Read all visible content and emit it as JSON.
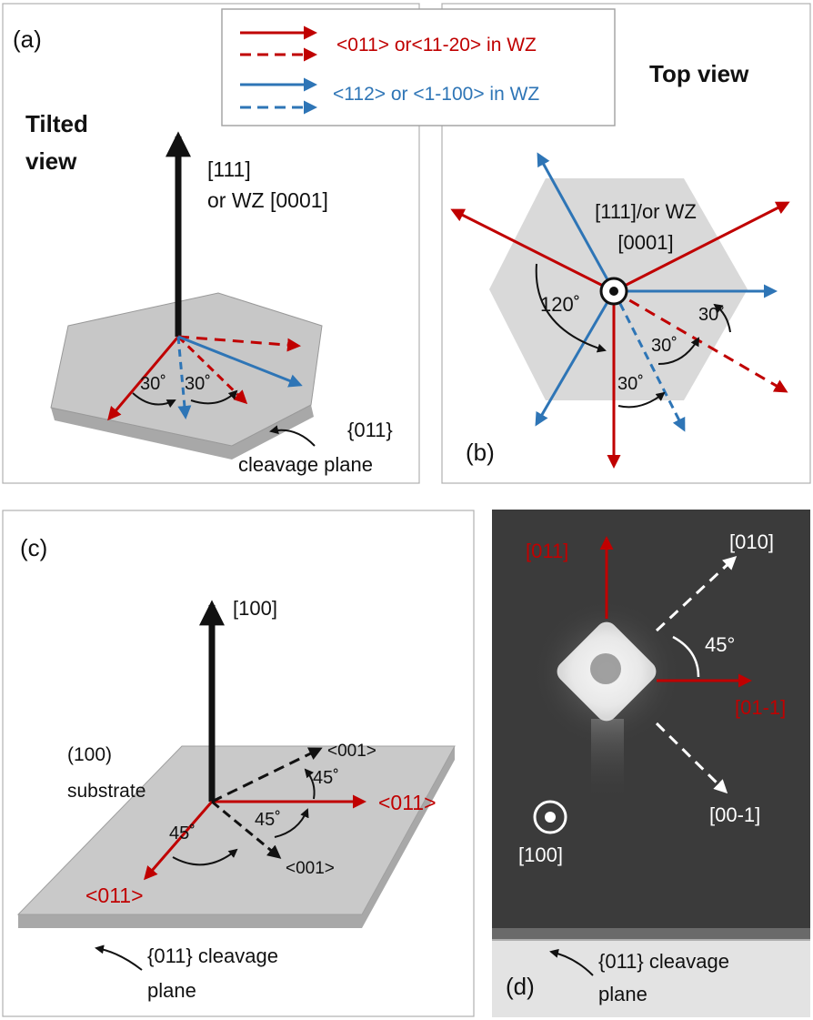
{
  "panel_a": {
    "label": "(a)",
    "view_title_1": "Tilted",
    "view_title_2": "view",
    "axis_label_1": "[111]",
    "axis_label_2": "or WZ [0001]",
    "angle_1": "30˚",
    "angle_2": "30˚",
    "plane_label_1": "{011}",
    "plane_label_2": "cleavage plane"
  },
  "legend": {
    "red_label": "<011> or<11-20> in WZ",
    "blue_label": "<112> or <1-100> in WZ",
    "red_color": "#c00000",
    "blue_color": "#2e75b6"
  },
  "panel_b": {
    "label": "(b)",
    "view_title": "Top view",
    "center_label_1": "[111]/or WZ",
    "center_label_2": "[0001]",
    "angle_120": "120˚",
    "angle_30_a": "30˚",
    "angle_30_b": "30˚",
    "angle_30_c": "30˚"
  },
  "panel_c": {
    "label": "(c)",
    "axis_label": "[100]",
    "substrate_1": "(100)",
    "substrate_2": "substrate",
    "dir_001_top": "<001>",
    "dir_001_bottom": "<001>",
    "dir_011_right": "<011>",
    "dir_011_left": "<011>",
    "angle_45_a": "45˚",
    "angle_45_b": "45˚",
    "angle_45_c": "45˚",
    "plane_1": "{011} cleavage",
    "plane_2": "plane"
  },
  "panel_d": {
    "label": "(d)",
    "dir_011": "[011]",
    "dir_010": "[010]",
    "dir_01m1": "[01-1]",
    "dir_00m1": "[00-1]",
    "dir_100": "[100]",
    "angle": "45°",
    "plane_1": "{011} cleavage",
    "plane_2": "plane"
  }
}
